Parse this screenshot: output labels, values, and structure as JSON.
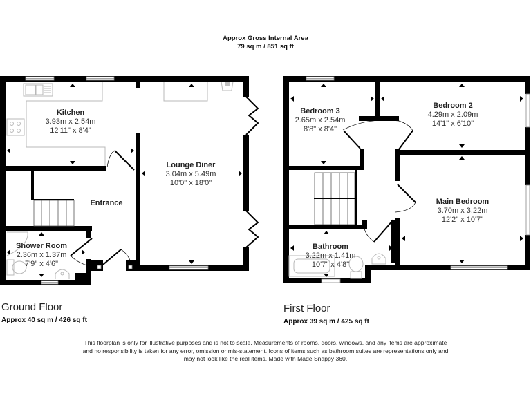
{
  "header": {
    "line1": "Approx Gross Internal Area",
    "line2": "79 sq m / 851 sq ft"
  },
  "ground_floor": {
    "title": "Ground Floor",
    "area": "Approx 40 sq m / 426 sq ft",
    "rooms": [
      {
        "name": "Kitchen",
        "metric": "3.93m x 2.54m",
        "imperial": "12'11\" x 8'4\""
      },
      {
        "name": "Lounge Diner",
        "metric": "3.04m x 5.49m",
        "imperial": "10'0\" x 18'0\""
      },
      {
        "name": "Entrance",
        "metric": "",
        "imperial": ""
      },
      {
        "name": "Shower Room",
        "metric": "2.36m x 1.37m",
        "imperial": "7'9\" x 4'6\""
      }
    ]
  },
  "first_floor": {
    "title": "First Floor",
    "area": "Approx 39 sq m / 425 sq ft",
    "rooms": [
      {
        "name": "Bedroom 3",
        "metric": "2.65m x 2.54m",
        "imperial": "8'8\" x 8'4\""
      },
      {
        "name": "Bedroom 2",
        "metric": "4.29m x 2.09m",
        "imperial": "14'1\" x 6'10\""
      },
      {
        "name": "Main Bedroom",
        "metric": "3.70m x 3.22m",
        "imperial": "12'2\" x 10'7\""
      },
      {
        "name": "Bathroom",
        "metric": "3.22m x 1.41m",
        "imperial": "10'7\" x 4'8\""
      }
    ]
  },
  "disclaimer": {
    "line1": "This floorplan is only for illustrative purposes and is not to scale. Measurements of rooms, doors, windows, and any items are approximate",
    "line2": "and no responsibility is taken for any error, omission or mis-statement. Icons of items such as bathroom suites are representations only and",
    "line3": "may not look like the real items. Made with Made Snappy 360."
  },
  "colors": {
    "wall": "#000000",
    "fixture": "#b0b0b0",
    "window": "#ffffff"
  }
}
